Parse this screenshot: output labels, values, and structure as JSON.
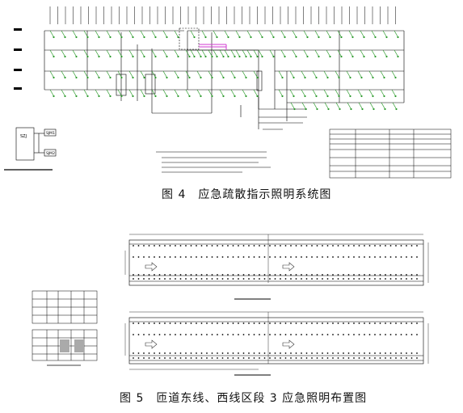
{
  "figures": [
    {
      "caption": "图 4　应急疏散指示照明系统图",
      "box_labels": [
        "SZJ",
        "SJM1",
        "SJM2"
      ]
    },
    {
      "caption": "图 5　匝道东线、西线区段 3 应急照明布置图"
    }
  ],
  "colors": {
    "line": "#000000",
    "fixture_green": "#2a9a2a",
    "accent_magenta": "#d03ad0",
    "arrow_outline": "#333333"
  }
}
